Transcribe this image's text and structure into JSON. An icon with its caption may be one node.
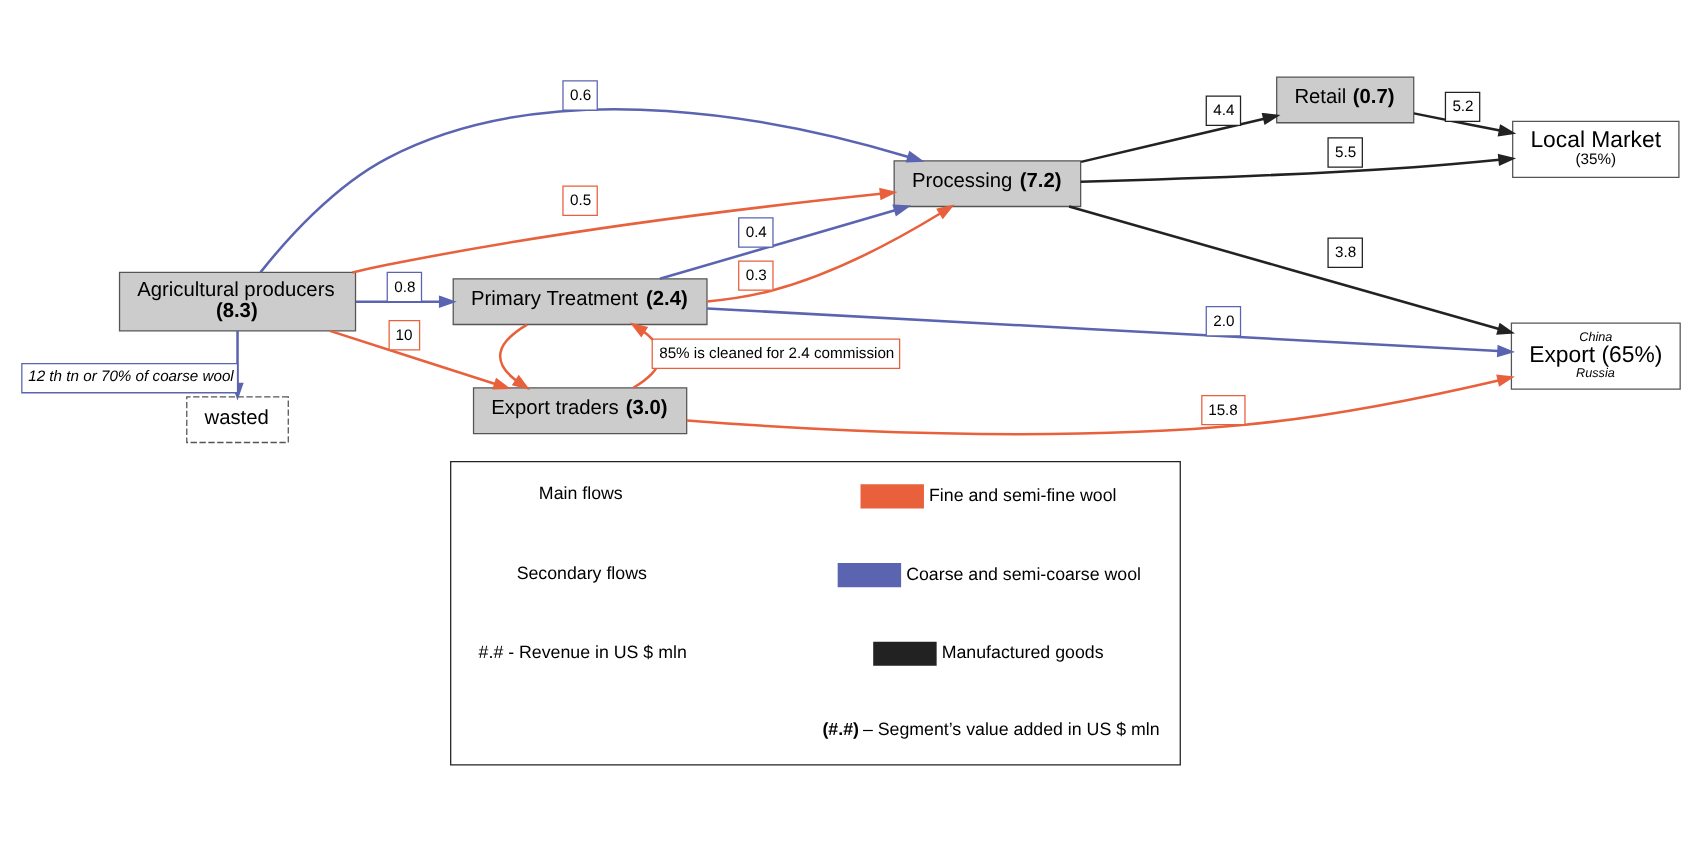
{
  "diagram": {
    "nodes": [
      {
        "text": [
          "Agricultural producers",
          "**(8.3)**"
        ]
      },
      {
        "text": [
          "Export traders **(3.0)**"
        ]
      },
      {
        "text": [
          "Primary Treatment **(2.4)**"
        ]
      },
      {
        "text": [
          "Processing **(7.2)**"
        ]
      },
      {
        "text": [
          "Retail **(0.7)**"
        ]
      },
      {
        "text": [
          "*China*",
          "Export (65%)",
          "*Russia*"
        ]
      },
      {
        "text": [
          "Local Market",
          "(35%)"
        ]
      },
      {
        "text": [
          "wasted"
        ]
      },
      {
        "text": [],
        "shape": "box"
      }
    ],
    "edges": [
      {
        "from": 0,
        "to": 1,
        "arrow": "to",
        "label": "10",
        "color": "#e8603c"
      },
      {
        "from": 0,
        "to": 2,
        "arrow": "to",
        "label": "0.8",
        "color": "#5b64b0"
      },
      {
        "from": 0,
        "to": 3,
        "arrow": "to",
        "label": "0.6",
        "color": "#5b64b0"
      },
      {
        "from": 0,
        "to": 3,
        "arrow": "to",
        "label": "0.5",
        "color": "#e8603c"
      },
      {
        "from": 0,
        "to": 7,
        "arrow": "to",
        "label": "*12 th tn or 70% of coarse wool*",
        "color": "#5b64b0"
      },
      {
        "from": 1,
        "to": 2,
        "arrow": "to",
        "label": "85% is cleaned for 2.4 commission",
        "color": "#e8603c"
      },
      {
        "from": 2,
        "to": 1,
        "arrow": "to",
        "color": "#e8603c"
      },
      {
        "from": 1,
        "to": 5,
        "arrow": "to",
        "label": "15.8",
        "color": "#e8603c"
      },
      {
        "from": 2,
        "to": 5,
        "arrow": "to",
        "label": "2.0",
        "color": "#5b64b0"
      },
      {
        "from": 2,
        "to": 3,
        "arrow": "to",
        "label": "0.4",
        "color": "#5b64b0"
      },
      {
        "from": 2,
        "to": 3,
        "arrow": "to",
        "label": "0.3",
        "color": "#e8603c"
      },
      {
        "from": 3,
        "to": 5,
        "arrow": "to",
        "label": "3.8",
        "color": "#222222"
      },
      {
        "from": 3,
        "to": 6,
        "arrow": "to",
        "label": "5.5",
        "color": "#222222"
      },
      {
        "from": 3,
        "to": 4,
        "arrow": "to",
        "label": "4.4",
        "color": "#222222"
      },
      {
        "from": 4,
        "to": 6,
        "arrow": "to",
        "label": "5.2",
        "color": "#222222"
      }
    ],
    "legend": [
      {
        "text": "Main flows"
      },
      {
        "text": "Secondary flows"
      },
      {
        "text": "#.# - Revenue in US $ mln"
      },
      {
        "text": "Fine and semi-fine wool",
        "color": "#e8603c"
      },
      {
        "text": "Coarse and semi-coarse wool",
        "color": "#5b64b0"
      },
      {
        "text": "Manufactured goods",
        "color": "#222222"
      },
      {
        "text": "**(#.#)** – Segment’s value added in US $ mln"
      }
    ]
  }
}
